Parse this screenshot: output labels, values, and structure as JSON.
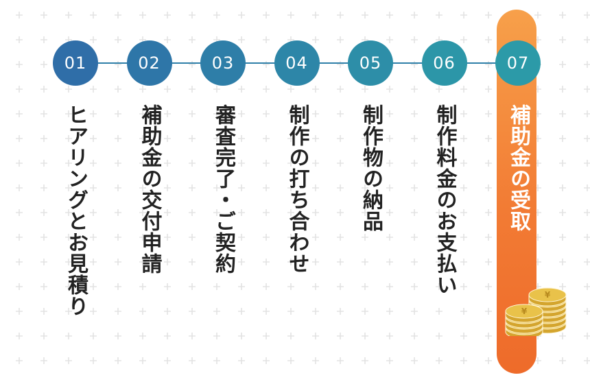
{
  "steps": [
    {
      "number": "01",
      "label": "ヒアリングとお見積り",
      "color": "#2f6ea8",
      "active": false
    },
    {
      "number": "02",
      "label": "補助金の交付申請",
      "color": "#2e76a8",
      "active": false
    },
    {
      "number": "03",
      "label": "審査完了・ご契約",
      "color": "#2e7ea8",
      "active": false
    },
    {
      "number": "04",
      "label": "制作の打ち合わせ",
      "color": "#2d86a8",
      "active": false
    },
    {
      "number": "05",
      "label": "制作物の納品",
      "color": "#2d8ea8",
      "active": false
    },
    {
      "number": "06",
      "label": "制作料金のお支払い",
      "color": "#2c96a8",
      "active": false
    },
    {
      "number": "07",
      "label": "補助金の受取",
      "color": "#2c9aa8",
      "active": true
    }
  ],
  "colors": {
    "line": "#2e7fa8",
    "highlight": "#f27b34",
    "text": "#222222",
    "coin": "#e9c24a"
  },
  "icons": {
    "coins": "yen-coin-stack-icon"
  }
}
